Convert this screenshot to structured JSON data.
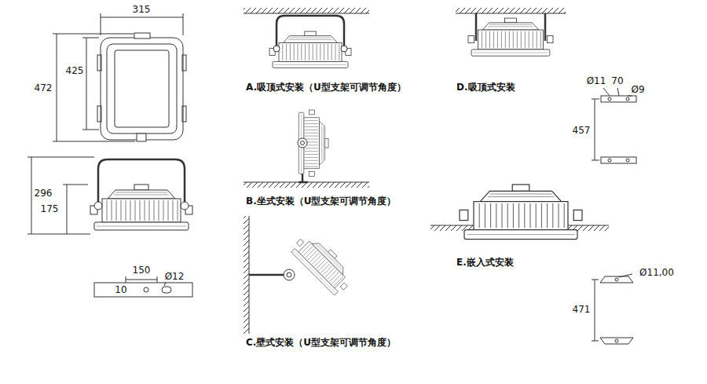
{
  "diagram": {
    "labels": [
      "315",
      "425",
      "472",
      "296",
      "175",
      "150",
      "10",
      "Ø12",
      "A.吸顶式安装（U型支架可调节角度）",
      "B.坐式安装（U型支架可调节角度）",
      "C.壁式安装（U型支架可调节角度）",
      "D.吸顶式安装",
      "Ø11",
      "70",
      "Ø9",
      "457",
      "E.嵌入式安装",
      "Ø11,00",
      "471"
    ]
  }
}
